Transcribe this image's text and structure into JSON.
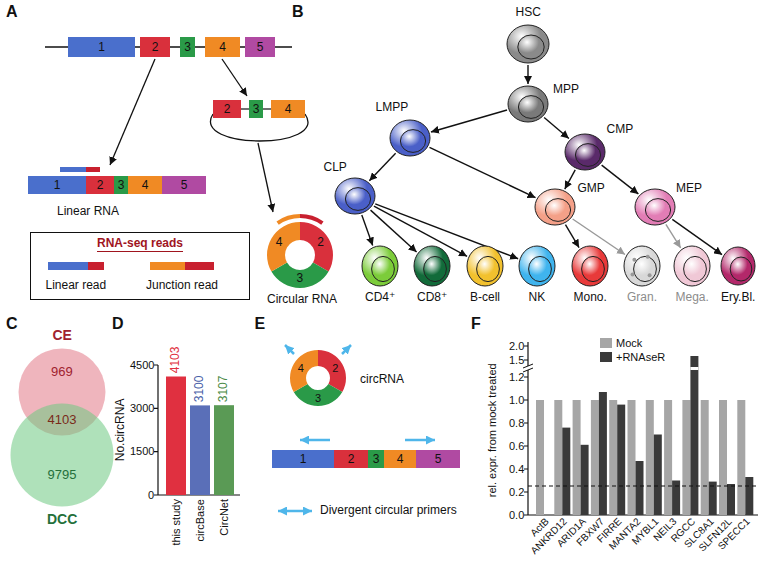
{
  "diagram": {
    "nodes": [
      {
        "text": [
          "1"
        ]
      },
      {
        "text": [
          "2"
        ]
      },
      {
        "text": [
          "3"
        ]
      },
      {
        "text": [
          "4"
        ]
      },
      {
        "text": [
          "5"
        ]
      },
      {
        "text": [
          "1"
        ]
      },
      {
        "text": [
          "2"
        ]
      },
      {
        "text": [
          "3"
        ]
      },
      {
        "text": [
          "4"
        ]
      },
      {
        "text": [
          "5"
        ]
      },
      {
        "text": [
          "2"
        ]
      },
      {
        "text": [
          "3"
        ]
      },
      {
        "text": [
          "4"
        ]
      },
      {
        "text": [
          "RNA-seq reads"
        ]
      },
      {
        "text": [
          "HSC"
        ]
      },
      {
        "text": [
          "MPP"
        ]
      },
      {
        "text": [
          "LMPP"
        ]
      },
      {
        "text": [
          "CMP"
        ]
      },
      {
        "text": [
          "CLP"
        ]
      },
      {
        "text": [
          "GMP"
        ]
      },
      {
        "text": [
          "MEP"
        ]
      },
      {
        "text": [
          "CD4⁺"
        ]
      },
      {
        "text": [
          "CD8⁺"
        ]
      },
      {
        "text": [
          "B-cell"
        ]
      },
      {
        "text": [
          "NK"
        ]
      },
      {
        "text": [
          "Mono."
        ]
      },
      {
        "text": [
          "Gran."
        ]
      },
      {
        "text": [
          "Mega."
        ]
      },
      {
        "text": [
          "Ery.Bl."
        ]
      },
      {
        "text": [
          "CE",
          "969"
        ]
      },
      {
        "text": [
          "DCC",
          "9795"
        ]
      },
      {
        "text": [
          "1"
        ]
      },
      {
        "text": [
          "2"
        ]
      },
      {
        "text": [
          "3"
        ]
      },
      {
        "text": [
          "4"
        ]
      },
      {
        "text": [
          "5"
        ]
      }
    ],
    "edges": [
      {
        "from": 14,
        "to": 15,
        "arrow": "to"
      },
      {
        "from": 15,
        "to": 16,
        "arrow": "to"
      },
      {
        "from": 15,
        "to": 17,
        "arrow": "to"
      },
      {
        "from": 16,
        "to": 18,
        "arrow": "to"
      },
      {
        "from": 16,
        "to": 19,
        "arrow": "to"
      },
      {
        "from": 17,
        "to": 19,
        "arrow": "to"
      },
      {
        "from": 17,
        "to": 20,
        "arrow": "to"
      },
      {
        "from": 18,
        "to": 21,
        "arrow": "to"
      },
      {
        "from": 18,
        "to": 22,
        "arrow": "to"
      },
      {
        "from": 18,
        "to": 23,
        "arrow": "to"
      },
      {
        "from": 18,
        "to": 24,
        "arrow": "to"
      },
      {
        "from": 19,
        "to": 25,
        "arrow": "to"
      },
      {
        "from": 19,
        "to": 26,
        "arrow": "to"
      },
      {
        "from": 20,
        "to": 27,
        "arrow": "to"
      },
      {
        "from": 20,
        "to": 28,
        "arrow": "to"
      }
    ],
    "labels": [
      "A",
      "Linear RNA",
      "Circular RNA",
      "4",
      "2",
      "3",
      "B",
      "C",
      "4103",
      "D",
      "4500",
      "3000",
      "1500",
      "0",
      "No.circRNA",
      "4103",
      "3100",
      "3107",
      "this study",
      "circBase",
      "CircNet",
      "E",
      "4",
      "2",
      "3",
      "circRNA",
      "F",
      "2.0",
      "1.5",
      "1.2",
      "1.0",
      "0.8",
      "0.6",
      "0.4",
      "0.2",
      "0.0",
      "rel. expr. from mock treated",
      "ActB",
      "ANKRD12",
      "ARID1A",
      "FBXW7",
      "FIRRE",
      "MANTA2",
      "MYBL1",
      "NEIL3",
      "RGCC",
      "SLC8A1",
      "SLFN12L",
      "SPECC1"
    ],
    "legend": [
      {
        "text": "Linear read"
      },
      {
        "text": "Junction read"
      },
      {
        "text": "Divergent circular primers"
      },
      {
        "text": "Mock",
        "color": "#a6a6a6"
      },
      {
        "text": "+RNAseR",
        "color": "#3a3a3a"
      }
    ]
  }
}
